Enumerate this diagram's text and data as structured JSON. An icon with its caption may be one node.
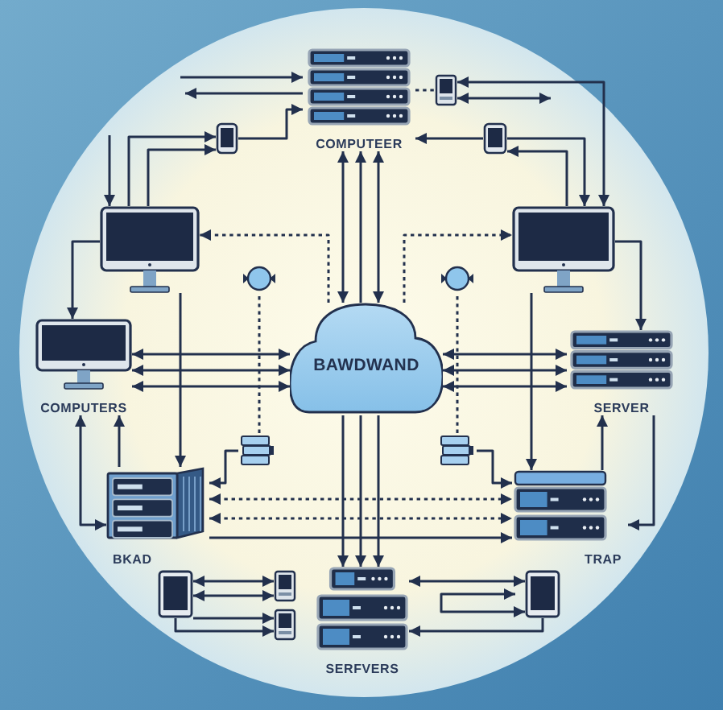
{
  "diagram": {
    "nodes": [
      {
        "text": [
          "COMPUTEER"
        ]
      },
      {
        "text": [],
        "shape": "picture"
      },
      {
        "text": [],
        "shape": "picture"
      },
      {
        "text": [],
        "shape": "picture"
      },
      {
        "text": [],
        "shape": "picture"
      },
      {
        "text": [],
        "shape": "picture"
      },
      {
        "text": [],
        "shape": "circle"
      },
      {
        "text": [],
        "shape": "circle"
      },
      {
        "text": [
          "COMPUTERS"
        ]
      },
      {
        "text": [
          "BAWDWAND"
        ]
      },
      {
        "text": [
          "SERVER"
        ]
      },
      {
        "text": [],
        "shape": "picture"
      },
      {
        "text": [],
        "shape": "picture"
      },
      {
        "text": [
          "BKAD"
        ]
      },
      {
        "text": [
          "TRAP"
        ]
      },
      {
        "text": [],
        "shape": "picture"
      },
      {
        "text": [],
        "shape": "picture"
      },
      {
        "text": [
          "SERFVERS"
        ]
      },
      {
        "text": [],
        "shape": "picture"
      },
      {
        "text": [],
        "shape": "picture"
      }
    ],
    "edges": [
      {
        "from": 9,
        "to": 0,
        "arrow": "both"
      },
      {
        "from": 9,
        "to": 0,
        "arrow": "to"
      },
      {
        "from": 9,
        "to": 0,
        "arrow": "both"
      },
      {
        "from": 9,
        "to": 8,
        "arrow": "both"
      },
      {
        "from": 9,
        "to": 8,
        "arrow": "both"
      },
      {
        "from": 9,
        "to": 8,
        "arrow": "both"
      },
      {
        "from": 9,
        "to": 10,
        "arrow": "both"
      },
      {
        "from": 9,
        "to": 10,
        "arrow": "both"
      },
      {
        "from": 9,
        "to": 10,
        "arrow": "both"
      },
      {
        "from": 9,
        "to": 17,
        "arrow": "to"
      },
      {
        "from": 9,
        "to": 17,
        "arrow": "to"
      },
      {
        "from": 9,
        "to": 17,
        "arrow": "to"
      },
      {
        "from": 13,
        "to": 14,
        "arrow": "both",
        "style": "dashed"
      },
      {
        "from": 13,
        "to": 14,
        "arrow": "both",
        "style": "dashed"
      },
      {
        "from": 13,
        "to": 14,
        "arrow": "to"
      },
      {
        "from": 6,
        "to": 11,
        "arrow": "none",
        "style": "dashed"
      },
      {
        "from": 7,
        "to": 12,
        "arrow": "none",
        "style": "dashed"
      },
      {
        "from": 11,
        "to": 13,
        "arrow": "to"
      },
      {
        "from": 12,
        "to": 14,
        "arrow": "to"
      },
      {
        "from": 9,
        "to": 4,
        "arrow": "to",
        "style": "dashed"
      },
      {
        "from": 9,
        "to": 5,
        "arrow": "to",
        "style": "dashed"
      },
      {
        "from": 4,
        "to": 2,
        "arrow": "to"
      },
      {
        "from": 4,
        "to": 2,
        "arrow": "to"
      },
      {
        "from": null,
        "to": 4,
        "arrow": "to"
      },
      {
        "from": 2,
        "to": 0,
        "arrow": "to"
      },
      {
        "from": null,
        "to": 0,
        "arrow": "to"
      },
      {
        "from": 0,
        "to": null,
        "arrow": "to"
      },
      {
        "from": 0,
        "to": 1,
        "arrow": "none",
        "style": "dashed"
      },
      {
        "from": 1,
        "to": 5,
        "arrow": "both"
      },
      {
        "from": 1,
        "to": null,
        "arrow": "both"
      },
      {
        "from": 3,
        "to": 0,
        "arrow": "to"
      },
      {
        "from": 5,
        "to": 3,
        "arrow": "to"
      },
      {
        "from": 3,
        "to": 5,
        "arrow": "to"
      },
      {
        "from": 4,
        "to": 8,
        "arrow": "to"
      },
      {
        "from": 8,
        "to": 13,
        "arrow": "both"
      },
      {
        "from": 13,
        "to": 8,
        "arrow": "to"
      },
      {
        "from": 5,
        "to": 10,
        "arrow": "to"
      },
      {
        "from": 14,
        "to": 10,
        "arrow": "to"
      },
      {
        "from": 10,
        "to": 14,
        "arrow": "to"
      },
      {
        "from": 5,
        "to": 14,
        "arrow": "to"
      },
      {
        "from": 4,
        "to": 13,
        "arrow": "to"
      },
      {
        "from": 15,
        "to": 16,
        "arrow": "both"
      },
      {
        "from": 15,
        "to": 16,
        "arrow": "both"
      },
      {
        "from": 15,
        "to": 19,
        "arrow": "to"
      },
      {
        "from": 15,
        "to": 19,
        "arrow": "to"
      },
      {
        "from": 17,
        "to": 18,
        "arrow": "both"
      },
      {
        "from": null,
        "to": 18,
        "arrow": "both"
      },
      {
        "from": 18,
        "to": 17,
        "arrow": "to"
      }
    ]
  }
}
